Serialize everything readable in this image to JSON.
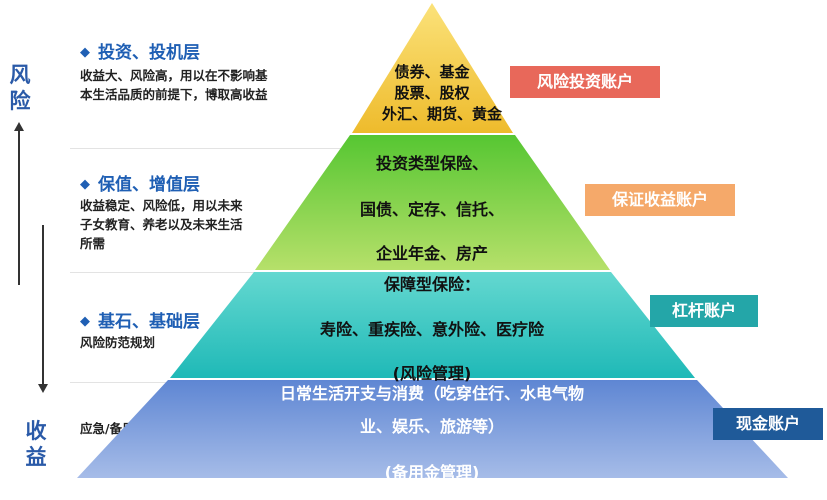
{
  "axis": {
    "top_label_chars": [
      "风",
      "险"
    ],
    "bottom_label_chars": [
      "收",
      "益"
    ]
  },
  "layers": [
    {
      "title": "投资、投机层",
      "desc_lines": [
        "收益大、风险高，用以在不影响基",
        "本生活品质的前提下，博取高收益"
      ]
    },
    {
      "title": "保值、增值层",
      "desc_lines": [
        "收益稳定、风险低，用以未来",
        "子女教育、养老以及未来生活",
        "所需"
      ]
    },
    {
      "title": "基石、基础层",
      "desc_lines": [
        "风险防范规划"
      ]
    },
    {
      "title": "",
      "desc_lines": [
        "应急/备用钱"
      ]
    }
  ],
  "pyramid": {
    "top_lines": [
      "债券、基金",
      "股票、股权",
      "外汇、期货、黄金"
    ],
    "second_lines": [
      "投资类型保险、",
      "国债、定存、信托、",
      "企业年金、房产"
    ],
    "third_lines": [
      "保障型保险：",
      "寿险、重疾险、意外险、医疗险",
      "(风险管理)"
    ],
    "bottom_lines": [
      "日常生活开支与消费（吃穿住行、水电气物",
      "业、娱乐、旅游等）",
      "(备用金管理)"
    ]
  },
  "accounts": [
    {
      "label": "风险投资账户",
      "bg": "#e8685a",
      "fg": "#ffffff"
    },
    {
      "label": "保证收益账户",
      "bg": "#f5a96a",
      "fg": "#ffffff"
    },
    {
      "label": "杠杆账户",
      "bg": "#24a6a8",
      "fg": "#ffffff"
    },
    {
      "label": "现金账户",
      "bg": "#1f5a99",
      "fg": "#ffffff"
    }
  ],
  "colors": {
    "axis_text": "#2a5aa8",
    "title": "#1f5fb4",
    "tier_top": "#f0c640",
    "tier_second": "#8fcf3c",
    "tier_third": "#3ec8c4",
    "tier_bottom": "#6c8fd6"
  },
  "icons": {
    "bullet": "diamond-icon",
    "up_arrow": "arrow-up-icon",
    "down_arrow": "arrow-down-icon"
  }
}
